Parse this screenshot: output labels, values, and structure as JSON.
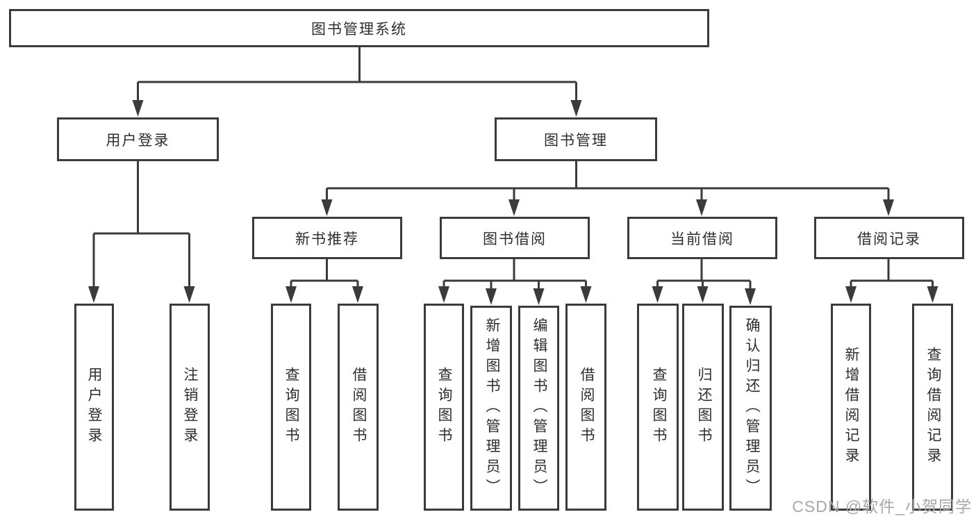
{
  "diagram": {
    "title": "图书管理系统",
    "watermark": "CSDN @软件_小贺同学",
    "colors": {
      "line": "#3b3b3b",
      "text": "#2e2e2e",
      "box_bg": "#ffffff",
      "watermark": "#a6a6ae"
    },
    "nodes": {
      "root": "图书管理系统",
      "user_login": "用户登录",
      "book_mgmt": "图书管理",
      "new_book_rec": "新书推荐",
      "book_borrow": "图书借阅",
      "current_borrow": "当前借阅",
      "borrow_record": "借阅记录",
      "ul_login": "用户登录",
      "ul_logout": "注销登录",
      "nb_query": "查询图书",
      "nb_borrow": "借阅图书",
      "bb_query": "查询图书",
      "bb_add": "新增图书（管理员）",
      "bb_edit": "编辑图书（管理员）",
      "bb_borrow": "借阅图书",
      "cb_query": "查询图书",
      "cb_return": "归还图书",
      "cb_confirm": "确认归还（管理员）",
      "br_add": "新增借阅记录",
      "br_query": "查询借阅记录"
    },
    "hierarchy": {
      "图书管理系统": {
        "用户登录": [
          "用户登录",
          "注销登录"
        ],
        "图书管理": {
          "新书推荐": [
            "查询图书",
            "借阅图书"
          ],
          "图书借阅": [
            "查询图书",
            "新增图书（管理员）",
            "编辑图书（管理员）",
            "借阅图书"
          ],
          "当前借阅": [
            "查询图书",
            "归还图书",
            "确认归还（管理员）"
          ],
          "借阅记录": [
            "新增借阅记录",
            "查询借阅记录"
          ]
        }
      }
    }
  }
}
